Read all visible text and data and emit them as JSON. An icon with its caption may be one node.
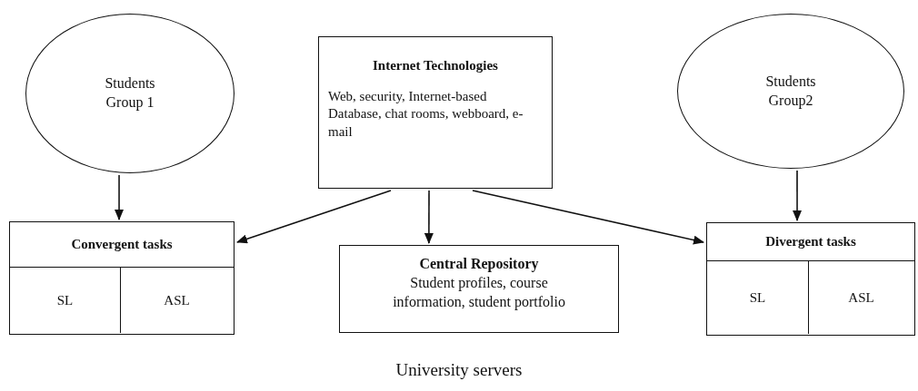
{
  "diagram": {
    "nodes": [
      {
        "text": [
          "Students Group 1"
        ]
      },
      {
        "text": [
          "Internet Technologies",
          "Web, security, Internet-based Database, chat rooms, webboard, e-mail"
        ]
      },
      {
        "text": [
          "Students Group2"
        ]
      },
      {
        "text": [
          "Convergent tasks"
        ]
      },
      {
        "text": [
          "SL"
        ],
        "in": 3
      },
      {
        "text": [
          "ASL"
        ],
        "in": 3
      },
      {
        "text": [
          "Central Repository",
          "Student profiles, course information, student portfolio"
        ]
      },
      {
        "text": [
          "Divergent tasks"
        ]
      },
      {
        "text": [
          "SL"
        ],
        "in": 7
      },
      {
        "text": [
          "ASL"
        ],
        "in": 7
      }
    ],
    "edges": [
      {
        "from": 0,
        "to": 3,
        "arrow": "to"
      },
      {
        "from": 1,
        "to": 3,
        "arrow": "to"
      },
      {
        "from": 1,
        "to": 6,
        "arrow": "to"
      },
      {
        "from": 1,
        "to": 7,
        "arrow": "to"
      },
      {
        "from": 2,
        "to": 7,
        "arrow": "to"
      }
    ],
    "labels": [
      "University servers"
    ]
  }
}
